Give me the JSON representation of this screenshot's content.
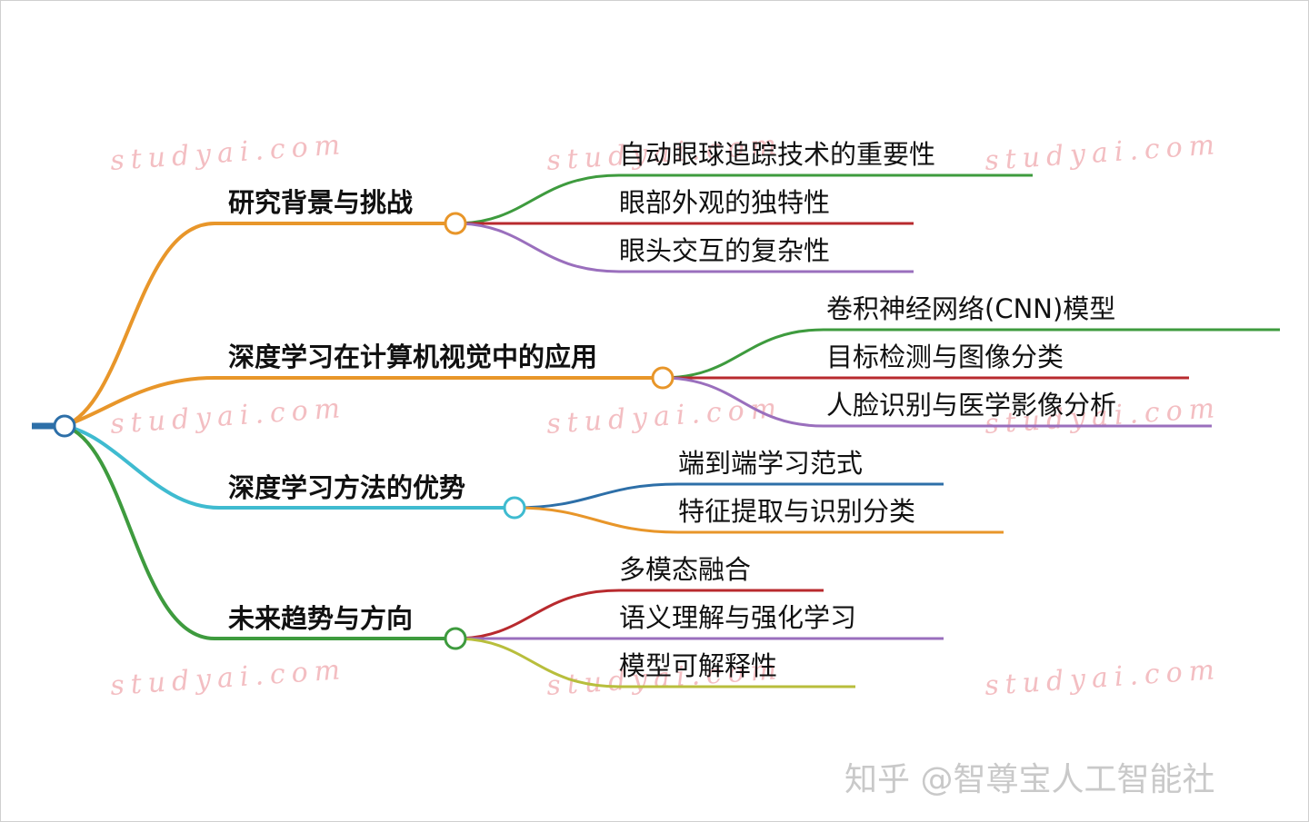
{
  "watermark_text": "studyai.com",
  "footer_credit": "知乎 @智尊宝人工智能社",
  "branches": [
    {
      "label": "研究背景与挑战",
      "color": "#E8962A",
      "children": [
        {
          "label": "自动眼球追踪技术的重要性",
          "color": "#3E9B3E"
        },
        {
          "label": "眼部外观的独特性",
          "color": "#B82A2E"
        },
        {
          "label": "眼头交互的复杂性",
          "color": "#9A6FBD"
        }
      ]
    },
    {
      "label": "深度学习在计算机视觉中的应用",
      "color": "#E8962A",
      "children": [
        {
          "label": "卷积神经网络(CNN)模型",
          "color": "#3E9B3E"
        },
        {
          "label": "目标检测与图像分类",
          "color": "#B82A2E"
        },
        {
          "label": "人脸识别与医学影像分析",
          "color": "#9A6FBD"
        }
      ]
    },
    {
      "label": "深度学习方法的优势",
      "color": "#3FBBD0",
      "children": [
        {
          "label": "端到端学习范式",
          "color": "#2D6FA8"
        },
        {
          "label": "特征提取与识别分类",
          "color": "#E8962A"
        }
      ]
    },
    {
      "label": "未来趋势与方向",
      "color": "#3E9B3E",
      "children": [
        {
          "label": "多模态融合",
          "color": "#B82A2E"
        },
        {
          "label": "语义理解与强化学习",
          "color": "#9A6FBD"
        },
        {
          "label": "模型可解释性",
          "color": "#B8BE3C"
        }
      ]
    }
  ],
  "colors": {
    "root_node": "#2D6FA8"
  }
}
